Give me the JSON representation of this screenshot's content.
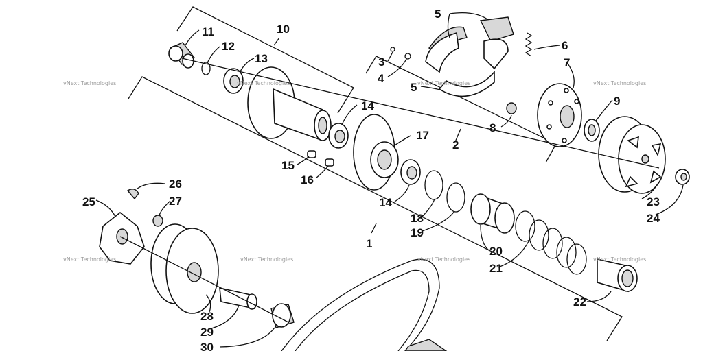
{
  "callouts": [
    {
      "id": "11",
      "label": "11"
    },
    {
      "id": "12",
      "label": "12"
    },
    {
      "id": "10",
      "label": "10"
    },
    {
      "id": "13",
      "label": "13"
    },
    {
      "id": "5a",
      "label": "5"
    },
    {
      "id": "6",
      "label": "6"
    },
    {
      "id": "3",
      "label": "3"
    },
    {
      "id": "4",
      "label": "4"
    },
    {
      "id": "7",
      "label": "7"
    },
    {
      "id": "5b",
      "label": "5"
    },
    {
      "id": "14a",
      "label": "14"
    },
    {
      "id": "9",
      "label": "9"
    },
    {
      "id": "8",
      "label": "8"
    },
    {
      "id": "17",
      "label": "17"
    },
    {
      "id": "2",
      "label": "2"
    },
    {
      "id": "15",
      "label": "15"
    },
    {
      "id": "16",
      "label": "16"
    },
    {
      "id": "26",
      "label": "26"
    },
    {
      "id": "25",
      "label": "25"
    },
    {
      "id": "27",
      "label": "27"
    },
    {
      "id": "14b",
      "label": "14"
    },
    {
      "id": "23",
      "label": "23"
    },
    {
      "id": "18",
      "label": "18"
    },
    {
      "id": "24",
      "label": "24"
    },
    {
      "id": "19",
      "label": "19"
    },
    {
      "id": "1",
      "label": "1"
    },
    {
      "id": "20",
      "label": "20"
    },
    {
      "id": "21",
      "label": "21"
    },
    {
      "id": "22",
      "label": "22"
    },
    {
      "id": "28",
      "label": "28"
    },
    {
      "id": "29",
      "label": "29"
    },
    {
      "id": "30",
      "label": "30"
    }
  ],
  "watermark": "vNext Technologies"
}
